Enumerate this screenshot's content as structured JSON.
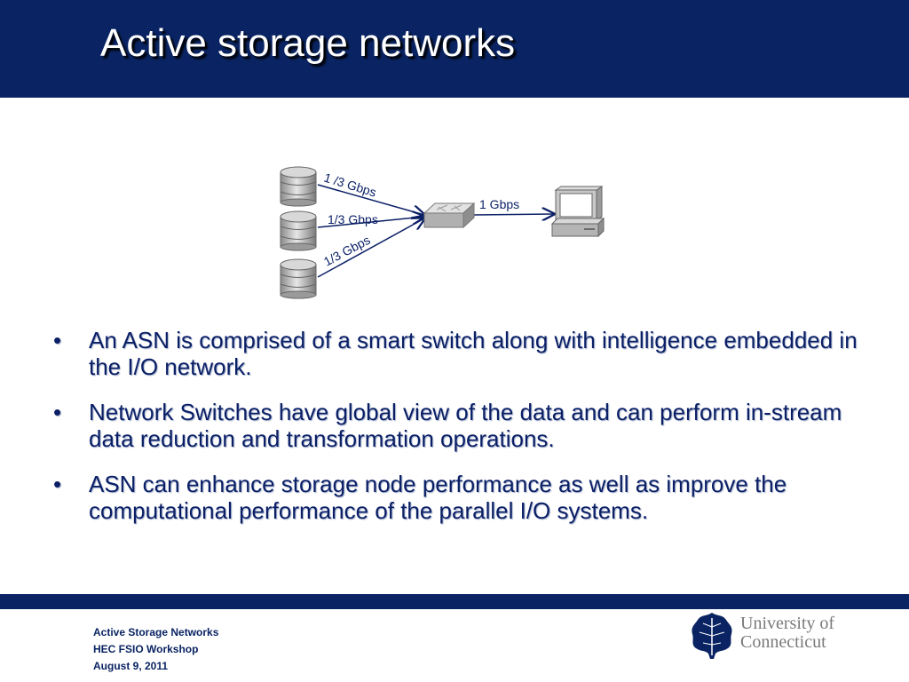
{
  "header": {
    "title": "Active storage networks"
  },
  "diagram": {
    "link_labels": [
      "1 /3 Gbps",
      "1/3 Gbps",
      "1/3  Gbps",
      "1 Gbps"
    ],
    "icons": [
      "storage-disk-icon",
      "network-switch-icon",
      "computer-icon"
    ]
  },
  "bullets": [
    "An ASN is comprised of a smart switch along with intelligence embedded in the I/O network.",
    "Network Switches have global view of the data and can perform in-stream data reduction and transformation operations.",
    "ASN can enhance storage node performance as well as improve the computational performance of the parallel I/O systems."
  ],
  "bullet_symbol": "•",
  "footer": {
    "line1": "Active Storage Networks",
    "line2": "HEC FSIO Workshop",
    "line3": "August 9, 2011"
  },
  "logo": {
    "line1": "University of",
    "line2": "Connecticut"
  },
  "colors": {
    "header_bg": "#0a2463",
    "text": "#0a1f66",
    "logo_text": "#7a7a7a"
  }
}
